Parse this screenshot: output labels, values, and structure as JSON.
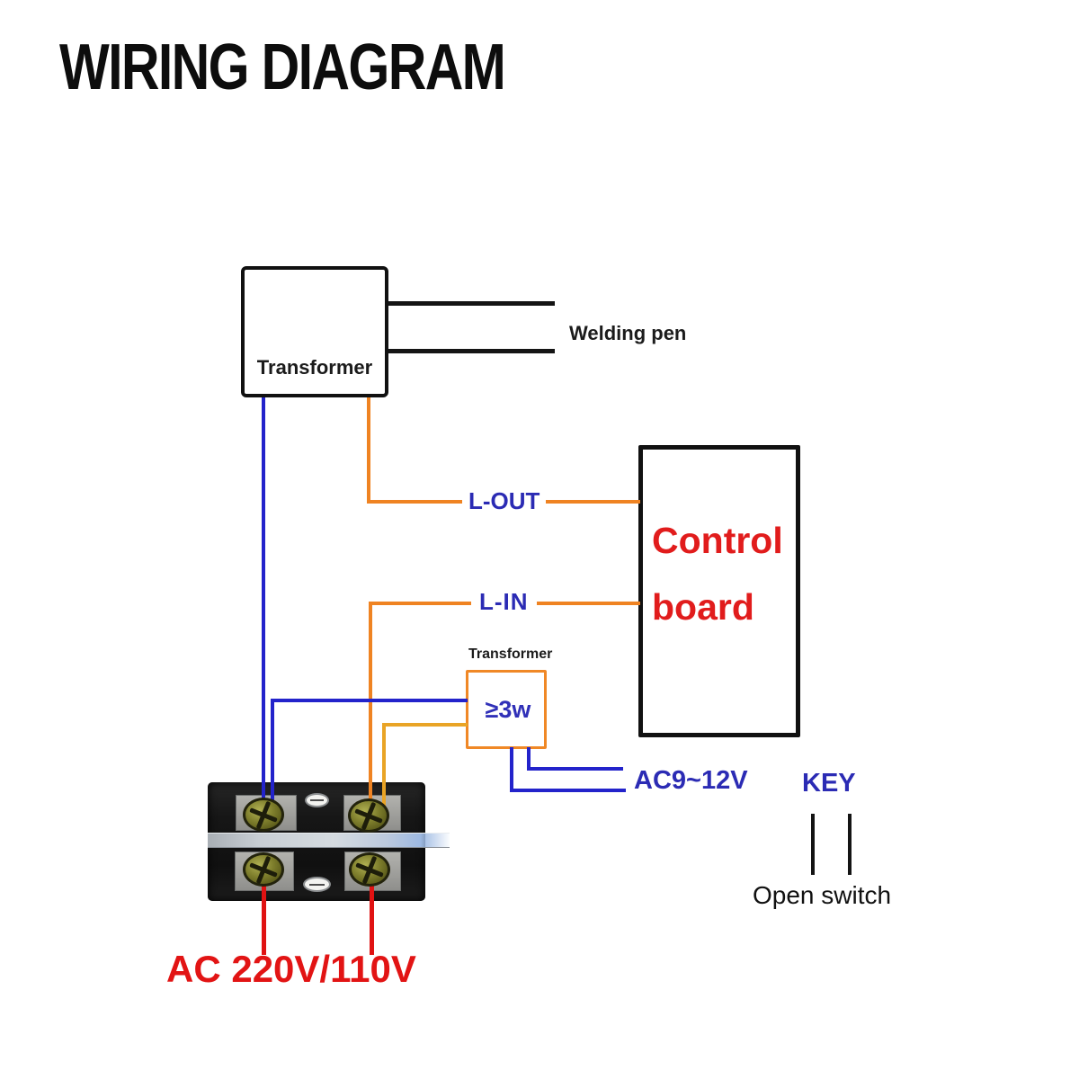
{
  "title": "WIRING DIAGRAM",
  "labels": {
    "transformer_main": "Transformer",
    "welding_pen": "Welding pen",
    "l_out": "L-OUT",
    "l_in": "L-IN",
    "control_line1": "Control",
    "control_line2": "board",
    "transformer_small_title": "Transformer",
    "transformer_small_rating": "≥3w",
    "ac9_12v": "AC9~12V",
    "key": "KEY",
    "open_switch": "Open switch",
    "ac_mains": "AC 220V/110V"
  },
  "colors": {
    "wire_blue": "#2323cb",
    "wire_orange": "#ef8322",
    "wire_yellow": "#e9a426",
    "wire_red": "#e01212",
    "label_blue": "#2b2bb4",
    "control_board_red": "#e11c1c",
    "mains_text_red": "#e21414",
    "line_black": "#141414",
    "small_transformer_border": "#f08826"
  }
}
